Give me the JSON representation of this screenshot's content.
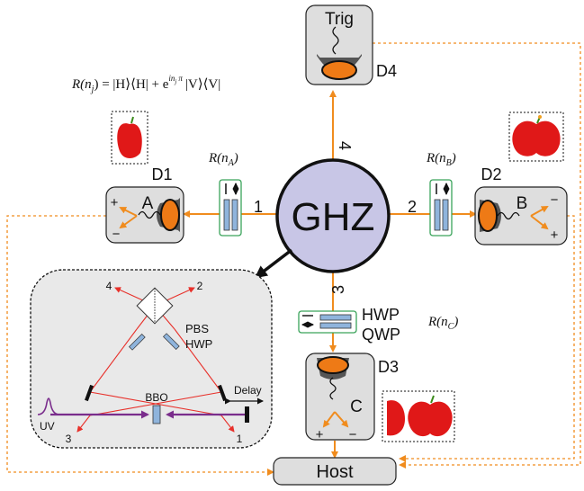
{
  "source": {
    "label": "GHZ",
    "ports": [
      "1",
      "2",
      "3",
      "4"
    ]
  },
  "formula": {
    "lhs": "R(n",
    "lhs_sub": "j",
    "eq": ") = |H⟩⟨H| + e",
    "exp": "in",
    "exp_sub": "j",
    "exp_pi": "π",
    "tail": "|V⟩⟨V|"
  },
  "rotations": {
    "a": {
      "base": "R(n",
      "sub": "A",
      "close": ")"
    },
    "b": {
      "base": "R(n",
      "sub": "B",
      "close": ")"
    },
    "c": {
      "base": "R(n",
      "sub": "C",
      "close": ")"
    }
  },
  "detectors": {
    "trig": {
      "title": "Trig",
      "name": "D4"
    },
    "d1": {
      "name": "D1",
      "party": "A",
      "plus": "+",
      "minus": "−"
    },
    "d2": {
      "name": "D2",
      "party": "B",
      "plus": "+",
      "minus": "−"
    },
    "d3": {
      "name": "D3",
      "party": "C",
      "plus": "+",
      "minus": "−"
    }
  },
  "waveplates": {
    "hwp": "HWP",
    "qwp": "QWP"
  },
  "host": {
    "label": "Host"
  },
  "inset": {
    "pbs": "PBS",
    "hwp": "HWP",
    "bbo": "BBO",
    "delay": "Delay",
    "uv": "UV",
    "outputs": [
      "4",
      "2",
      "3",
      "1"
    ]
  },
  "colors": {
    "beam": "#f08c1e",
    "ghz_fill": "#c8c6e6",
    "detector_box": "#dedede",
    "lens": "#ee7a16",
    "pump": "#7a2d8c",
    "sp_beam": "#e8302a",
    "waveplate": "#8fb4dc",
    "apple": "#e01818"
  }
}
